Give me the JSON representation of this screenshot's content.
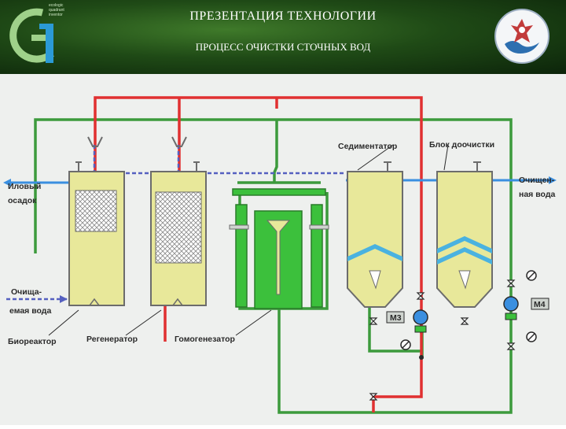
{
  "header": {
    "title": "ПРЕЗЕНТАЦИЯ ТЕХНОЛОГИИ",
    "subtitle": "ПРОЦЕСС ОЧИСТКИ СТОЧНЫХ ВОД",
    "logo_text": [
      "ecologic",
      "quadrant",
      "inventor"
    ]
  },
  "diagram": {
    "labels": {
      "sludge_1": "Иловый",
      "sludge_2": "осадок",
      "influent_1": "Очища-",
      "influent_2": "емая вода",
      "bioreactor": "Биореактор",
      "regenerator": "Регенератор",
      "homogenizer": "Гомогенезатор",
      "sedimentator": "Седиментатор",
      "post_treatment": "Блок доочистки",
      "effluent_1": "Очищен-",
      "effluent_2": "ная вода"
    },
    "pumps": [
      "М3",
      "М4"
    ]
  }
}
